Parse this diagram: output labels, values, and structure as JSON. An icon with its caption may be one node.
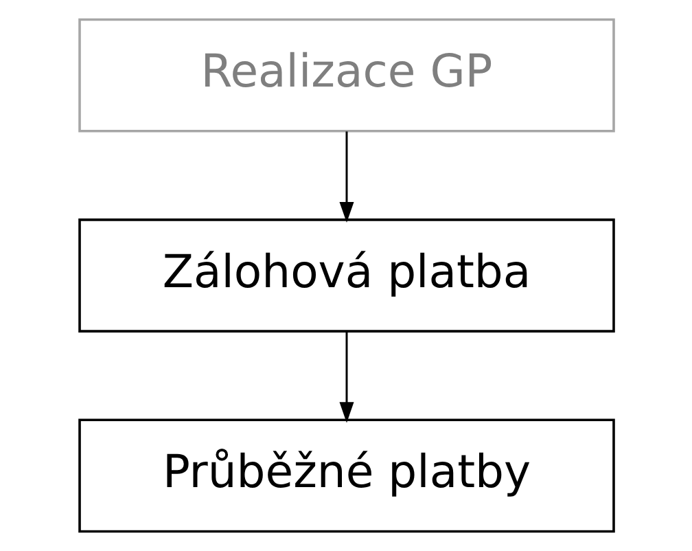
{
  "diagram": {
    "nodes": [
      {
        "text": [
          "Realizace GP"
        ]
      },
      {
        "text": [
          "Zálohová platba"
        ]
      },
      {
        "text": [
          "Průběžné platby"
        ]
      }
    ],
    "edges": [
      {
        "from": 0,
        "to": 1,
        "arrow": "to"
      },
      {
        "from": 1,
        "to": 2,
        "arrow": "to"
      }
    ]
  }
}
